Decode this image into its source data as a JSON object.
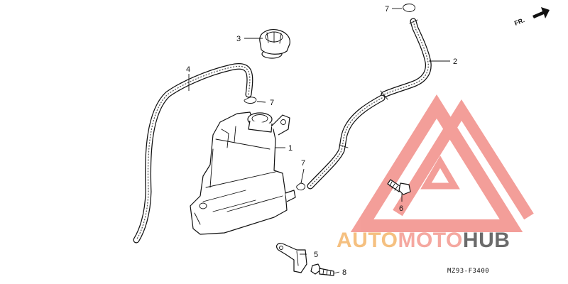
{
  "callouts": {
    "c1": "1",
    "c2": "2",
    "c3": "3",
    "c4": "4",
    "c5": "5",
    "c6": "6",
    "c7a": "7",
    "c7b": "7",
    "c7c": "7",
    "c8": "8"
  },
  "front_indicator": "FR.",
  "diagram_code": "MZ93-F3400",
  "watermark": {
    "part1": "AUTO",
    "part2": "MOTO",
    "part3": "HUB",
    "colors": {
      "auto": "#f5c080",
      "moto": "#f5a8a0",
      "hub": "#6b6b6b",
      "logo": "#f28e88"
    }
  }
}
